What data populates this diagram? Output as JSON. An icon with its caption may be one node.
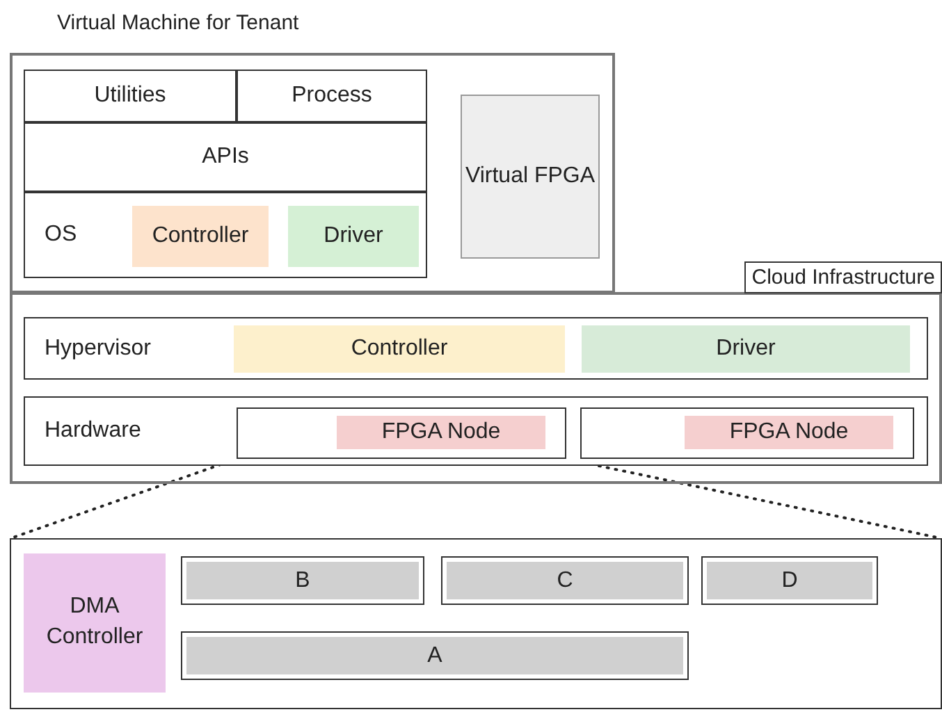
{
  "diagram": {
    "nodes": [
      {
        "text": [
          "Virtual Machine for Tenant"
        ]
      },
      {
        "text": [
          "Utilities"
        ],
        "in": 0
      },
      {
        "text": [
          "Process"
        ],
        "in": 0
      },
      {
        "text": [
          "APIs"
        ],
        "in": 0
      },
      {
        "text": [
          "OS"
        ],
        "in": 0
      },
      {
        "text": [
          "Controller"
        ],
        "in": 4
      },
      {
        "text": [
          "Driver"
        ],
        "in": 4
      },
      {
        "text": [
          "Virtual FPGA"
        ],
        "in": 0
      },
      {
        "text": [
          "Cloud Infrastructure"
        ]
      },
      {
        "text": [
          "Hypervisor"
        ],
        "in": 8
      },
      {
        "text": [
          "Controller"
        ],
        "in": 9
      },
      {
        "text": [
          "Driver"
        ],
        "in": 9
      },
      {
        "text": [
          "Hardware"
        ],
        "in": 8
      },
      {
        "text": [],
        "shape": "box",
        "in": 12
      },
      {
        "text": [
          "FPGA Node"
        ],
        "in": 13
      },
      {
        "text": [],
        "shape": "box",
        "in": 12
      },
      {
        "text": [
          "FPGA Node"
        ],
        "in": 15
      },
      {
        "text": [],
        "shape": "box"
      },
      {
        "text": [
          "DMA Controller"
        ],
        "in": 17
      },
      {
        "text": [
          "B"
        ],
        "in": 17
      },
      {
        "text": [
          "C"
        ],
        "in": 17
      },
      {
        "text": [
          "D"
        ],
        "in": 17
      },
      {
        "text": [
          "A"
        ],
        "in": 17
      }
    ],
    "edges": [
      {
        "from": 13,
        "to": 17,
        "arrow": "none",
        "style": "dashed"
      },
      {
        "from": 13,
        "to": 17,
        "arrow": "none",
        "style": "dashed"
      }
    ]
  }
}
